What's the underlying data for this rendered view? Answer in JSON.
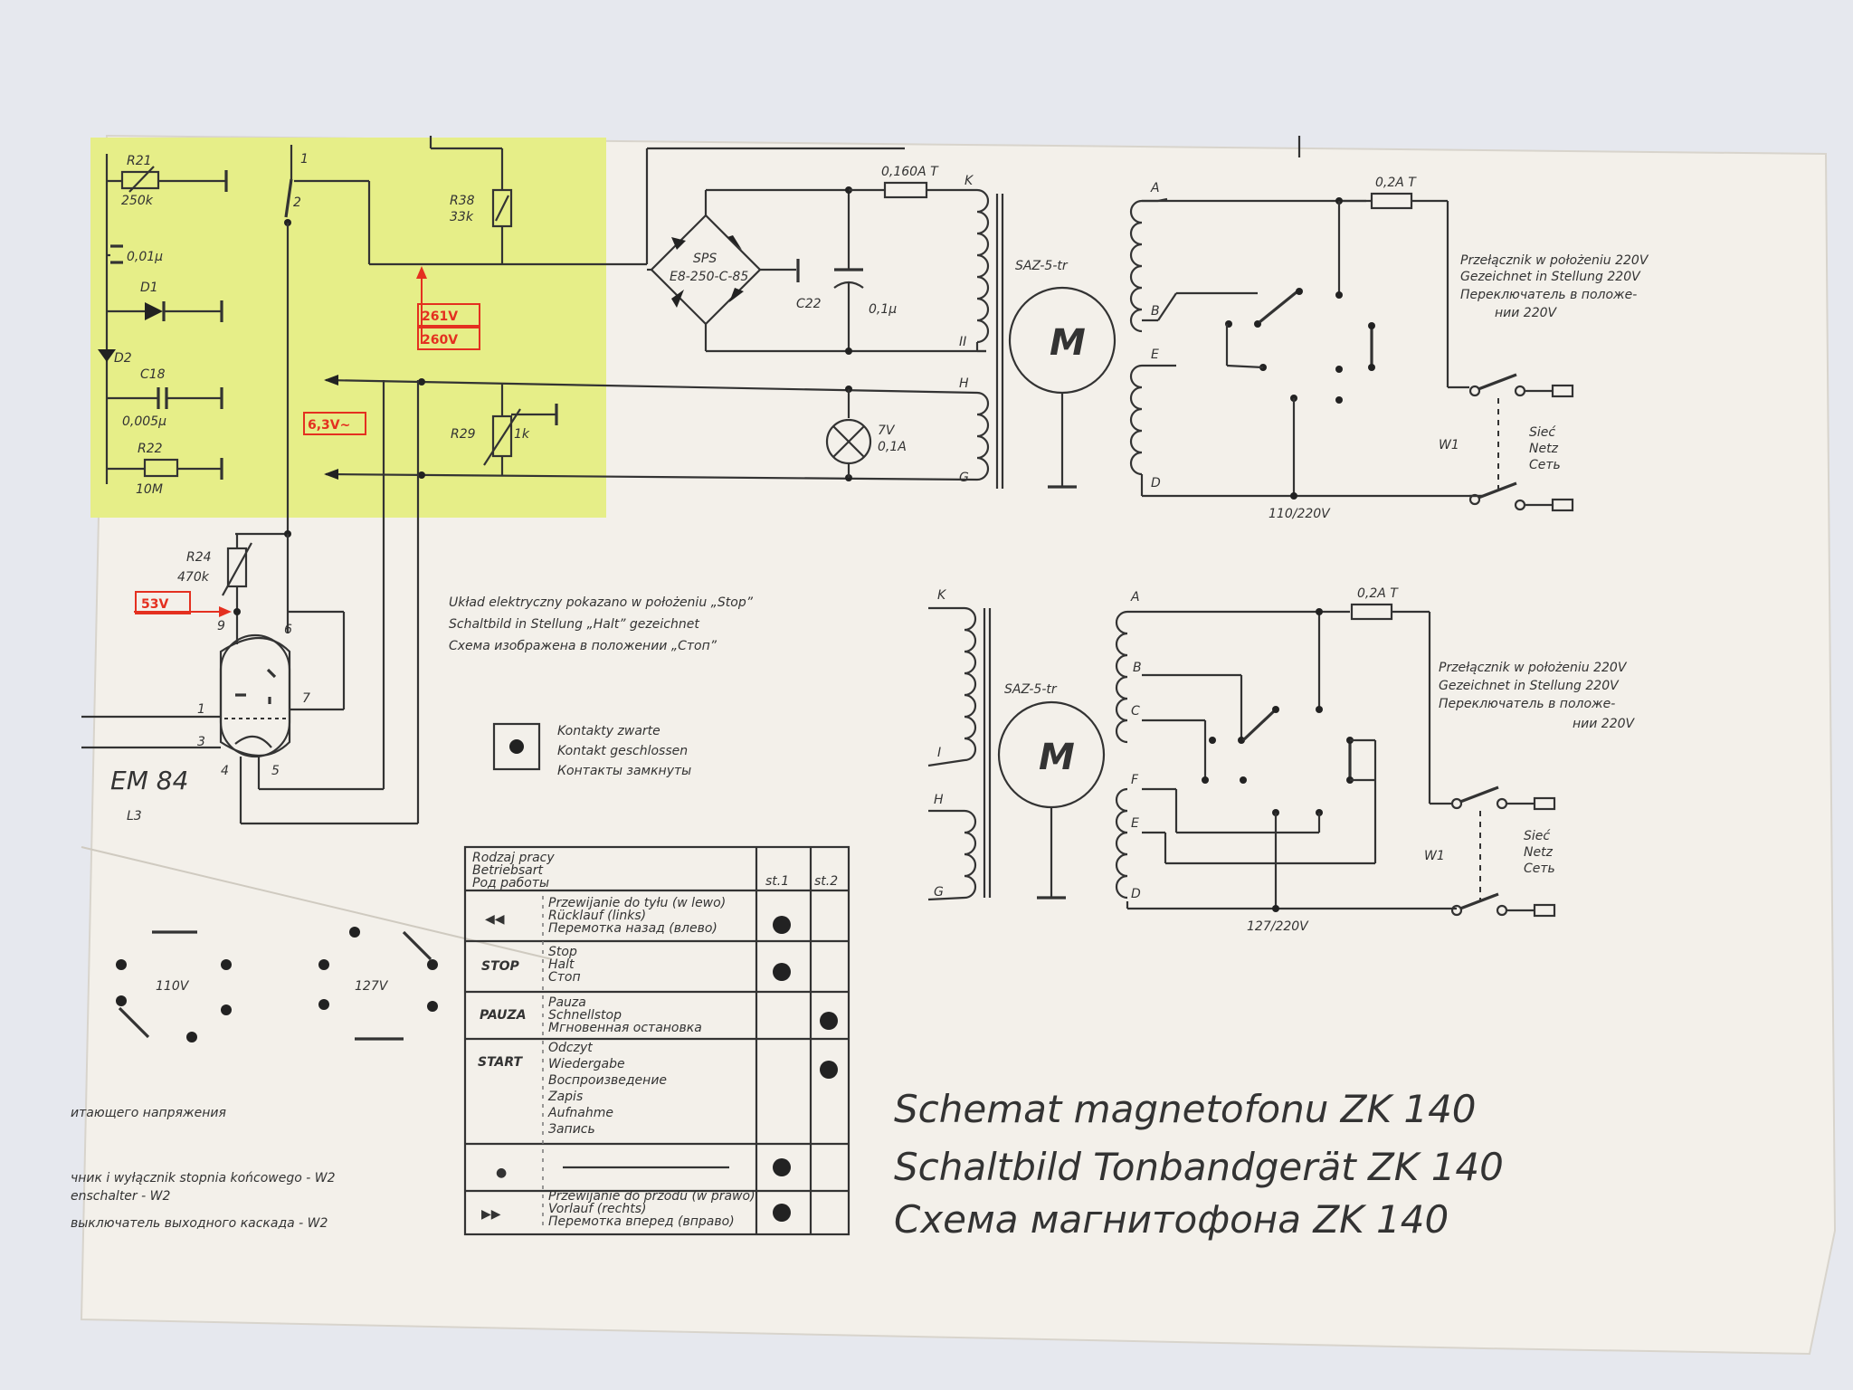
{
  "colors": {
    "background": "#e6e8ee",
    "paper": "#f3f0ea",
    "highlight": "#e6ee88",
    "ink": "#333333",
    "red": "#e43020"
  },
  "top_left": {
    "r21": "R21",
    "r21_val": "250k",
    "c_val": "0,01µ",
    "d1": "D1",
    "d2": "D2",
    "c18": "C18",
    "c18_val": "0,005µ",
    "r22": "R22",
    "r22_val": "10M",
    "sw_1": "1",
    "sw_2": "2"
  },
  "power": {
    "r38": "R38",
    "r38_val": "33k",
    "volt_261": "261V",
    "volt_260": "260V",
    "volt_63": "6,3V~",
    "r29": "R29",
    "r29_val": "1k",
    "rect": "SPS",
    "rect_val": "E8-250-C-85",
    "c22": "C22",
    "c_val": "0,1µ",
    "fuse1": "0,160A T",
    "lamp": "7V",
    "lamp_val": "0,1A",
    "tap_k": "K",
    "tap_ii": "II",
    "tap_h": "H",
    "tap_g": "G"
  },
  "motor1": {
    "label": "SAZ-5-tr",
    "symbol": "M"
  },
  "switch_upper": {
    "fuse": "0,2A T",
    "tap_a": "A",
    "tap_b": "B",
    "tap_e": "E",
    "tap_d": "D",
    "voltage": "110/220V",
    "note": [
      "Przełącznik w położeniu 220V",
      "Gezeichnet in Stellung 220V",
      "Переключатель в положе-",
      "нии 220V"
    ],
    "w1": "W1",
    "mains": [
      "Sieć",
      "Netz",
      "Сеть"
    ]
  },
  "tube": {
    "r24": "R24",
    "r24_val": "470k",
    "volt": "53V",
    "pins": [
      "9",
      "6",
      "7",
      "1",
      "3",
      "4",
      "5"
    ],
    "name": "EM 84",
    "ref": "L3"
  },
  "note_stop": [
    "Układ elektryczny pokazano w położeniu „Stop”",
    "Schaltbild in Stellung „Halt” gezeichnet",
    "Схема изображена в положении „Стоп”"
  ],
  "legend_contacts": [
    "Kontakty zwarte",
    "Kontakt geschlossen",
    "Контакты замкнуты"
  ],
  "motor2": {
    "label": "SAZ-5-tr",
    "symbol": "M",
    "tap_k": "K",
    "tap_i": "I",
    "tap_h": "H",
    "tap_g": "G"
  },
  "switch_lower": {
    "fuse": "0,2A T",
    "tap_a": "A",
    "tap_b": "B",
    "tap_c": "C",
    "tap_f": "F",
    "tap_e": "E",
    "tap_d": "D",
    "voltage": "127/220V",
    "note": [
      "Przełącznik w położeniu 220V",
      "Gezeichnet in Stellung 220V",
      "Переключатель в положе-",
      "нии 220V"
    ],
    "w1": "W1",
    "mains": [
      "Sieć",
      "Netz",
      "Сеть"
    ]
  },
  "selectors": {
    "left": "110V",
    "right": "127V"
  },
  "table": {
    "header": [
      "Rodzaj pracy",
      "Betriebsart",
      "Род работы"
    ],
    "col_st1": "st.1",
    "col_st2": "st.2",
    "rows": [
      {
        "symbol": "◀◀",
        "desc": [
          "Przewijanie do tyłu (w lewo)",
          "Rücklauf (links)",
          "Перемотка назад (влево)"
        ],
        "st1": true,
        "st2": false
      },
      {
        "symbol": "STOP",
        "desc": [
          "Stop",
          "Halt",
          "Стоп"
        ],
        "st1": true,
        "st2": false
      },
      {
        "symbol": "PAUZA",
        "desc": [
          "Pauza",
          "Schnellstop",
          "Мгновенная остановка"
        ],
        "st1": false,
        "st2": true
      },
      {
        "symbol": "START",
        "desc": [
          "Odczyt",
          "Wiedergabe",
          "Воспроизведение",
          "Zapis",
          "Aufnahme",
          "Запись"
        ],
        "st1": false,
        "st2": true
      },
      {
        "symbol": "●",
        "desc": [],
        "st1": true,
        "st2": false
      },
      {
        "symbol": "▶▶",
        "desc": [
          "Przewijanie do przodu (w prawo)",
          "Vorlauf (rechts)",
          "Перемотка вперед (вправо)"
        ],
        "st1": true,
        "st2": false
      }
    ]
  },
  "left_notes": [
    "итающего напряжения",
    "чник i wyłącznik stopnia końcowego - W2",
    "еnschalter - W2",
    "выключатель выходного каскада - W2"
  ],
  "titles": [
    "Schemat magnetofonu ZK 140",
    "Schaltbild Tonbandgerät ZK 140",
    "Схема магнитофона ZK 140"
  ]
}
